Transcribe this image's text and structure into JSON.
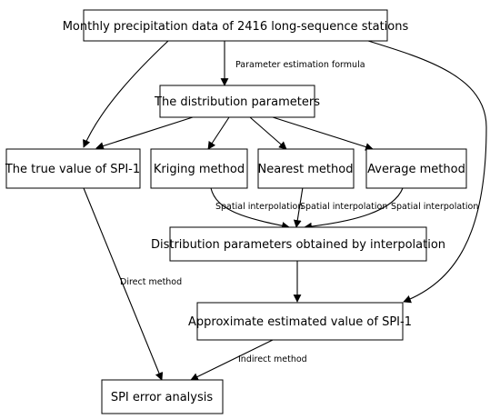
{
  "nodes": {
    "monthly_data": "Monthly precipitation data of 2416 long-sequence stations",
    "distribution_params": "The distribution parameters",
    "true_value": "The true value of SPI-1",
    "kriging": "Kriging method",
    "nearest": "Nearest method",
    "average": "Average method",
    "interp_params": "Distribution parameters obtained by interpolation",
    "approx_value": "Approximate estimated value of SPI-1",
    "error_analysis": "SPI error analysis"
  },
  "edge_labels": {
    "parameter_formula": "Parameter estimation formula",
    "spatial_interp_kriging": "Spatial interpolation",
    "spatial_interp_nearest": "Spatial interpolation",
    "spatial_interp_average": "Spatial interpolation",
    "direct_method": "Direct method",
    "indirect_method": "Indirect method"
  },
  "colors": {
    "stroke": "#000000",
    "background": "#ffffff"
  }
}
